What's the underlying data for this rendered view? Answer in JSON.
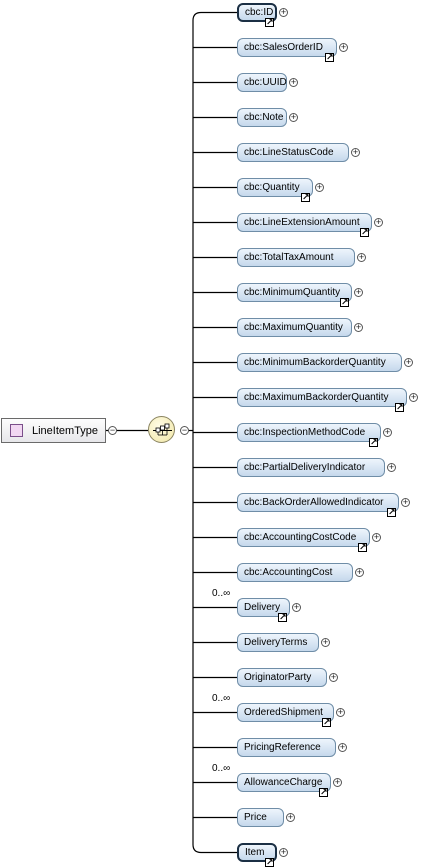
{
  "root": {
    "label": "LineItemType",
    "collapse_symbol": "−"
  },
  "sequence": {
    "collapse_symbol": "−",
    "icon": "sequence-compositor-icon"
  },
  "expand_symbol": "+",
  "link_symbol": "↗",
  "cardinality": "0..∞",
  "elements": [
    {
      "label": "cbc:ID",
      "card": ""
    },
    {
      "label": "cbc:SalesOrderID",
      "card": ""
    },
    {
      "label": "cbc:UUID",
      "card": ""
    },
    {
      "label": "cbc:Note",
      "card": ""
    },
    {
      "label": "cbc:LineStatusCode",
      "card": ""
    },
    {
      "label": "cbc:Quantity",
      "card": ""
    },
    {
      "label": "cbc:LineExtensionAmount",
      "card": ""
    },
    {
      "label": "cbc:TotalTaxAmount",
      "card": ""
    },
    {
      "label": "cbc:MinimumQuantity",
      "card": ""
    },
    {
      "label": "cbc:MaximumQuantity",
      "card": ""
    },
    {
      "label": "cbc:MinimumBackorderQuantity",
      "card": ""
    },
    {
      "label": "cbc:MaximumBackorderQuantity",
      "card": ""
    },
    {
      "label": "cbc:InspectionMethodCode",
      "card": ""
    },
    {
      "label": "cbc:PartialDeliveryIndicator",
      "card": ""
    },
    {
      "label": "cbc:BackOrderAllowedIndicator",
      "card": ""
    },
    {
      "label": "cbc:AccountingCostCode",
      "card": ""
    },
    {
      "label": "cbc:AccountingCost",
      "card": ""
    },
    {
      "label": "Delivery",
      "card": "0..∞"
    },
    {
      "label": "DeliveryTerms",
      "card": ""
    },
    {
      "label": "OriginatorParty",
      "card": ""
    },
    {
      "label": "OrderedShipment",
      "card": "0..∞"
    },
    {
      "label": "PricingReference",
      "card": ""
    },
    {
      "label": "AllowanceCharge",
      "card": "0..∞"
    },
    {
      "label": "Price",
      "card": ""
    },
    {
      "label": "Item",
      "card": ""
    }
  ]
}
